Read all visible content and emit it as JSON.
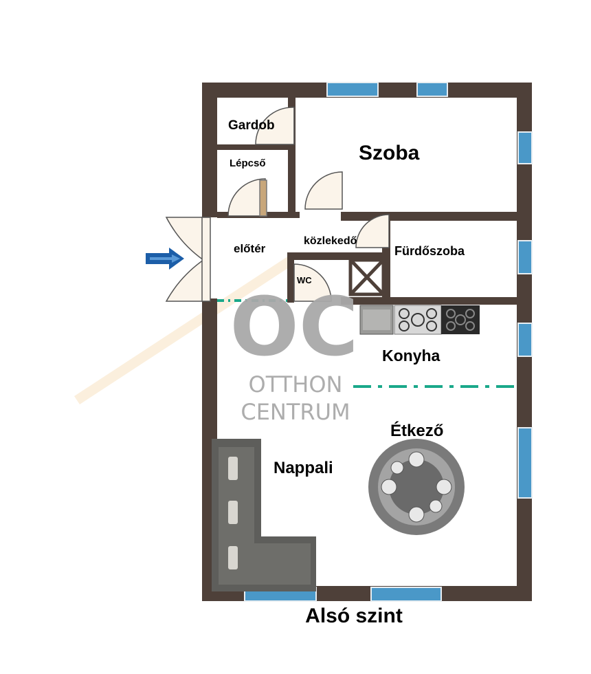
{
  "rooms": {
    "gardob": "Gardob",
    "lepcso": "Lépcső",
    "szoba": "Szoba",
    "eloter": "előtér",
    "kozlekedo": "közlekedő",
    "furdoszoba": "Fürdőszoba",
    "wc": "WC",
    "konyha": "Konyha",
    "etkezo": "Étkező",
    "nappali": "Nappali"
  },
  "caption": "Alsó szint",
  "watermark": {
    "logo": "OC",
    "line1": "OTTHON",
    "line2": "CENTRUM"
  },
  "colors": {
    "wall": "#4e4039",
    "window": "#4a98c8",
    "divider": "#1aa88a",
    "arrow": "#1c5ea8",
    "door": "#fbf4ea",
    "watermark": "#a9a9a9",
    "sofa": "#5e5e5b"
  },
  "icons": [
    "entry-arrow-icon",
    "range-hood-icon",
    "gas-hob-icon",
    "induction-hob-icon",
    "stair-icon",
    "dining-table-icon",
    "sofa-icon"
  ]
}
